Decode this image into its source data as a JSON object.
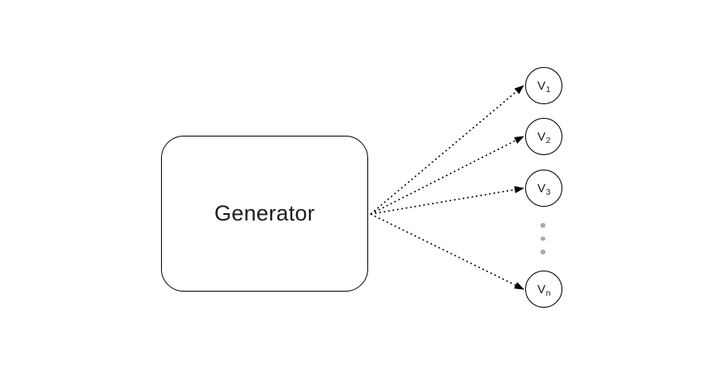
{
  "diagram": {
    "generator_label": "Generator",
    "nodes": [
      {
        "base": "V",
        "sub": "1"
      },
      {
        "base": "V",
        "sub": "2"
      },
      {
        "base": "V",
        "sub": "3"
      },
      {
        "base": "V",
        "sub": "n"
      }
    ],
    "ellipsis_dot_count": 3,
    "colors": {
      "stroke": "#000000",
      "text": "#1c1c1c",
      "ellipsis_dot": "#a9a9a9",
      "background": "#ffffff"
    }
  }
}
